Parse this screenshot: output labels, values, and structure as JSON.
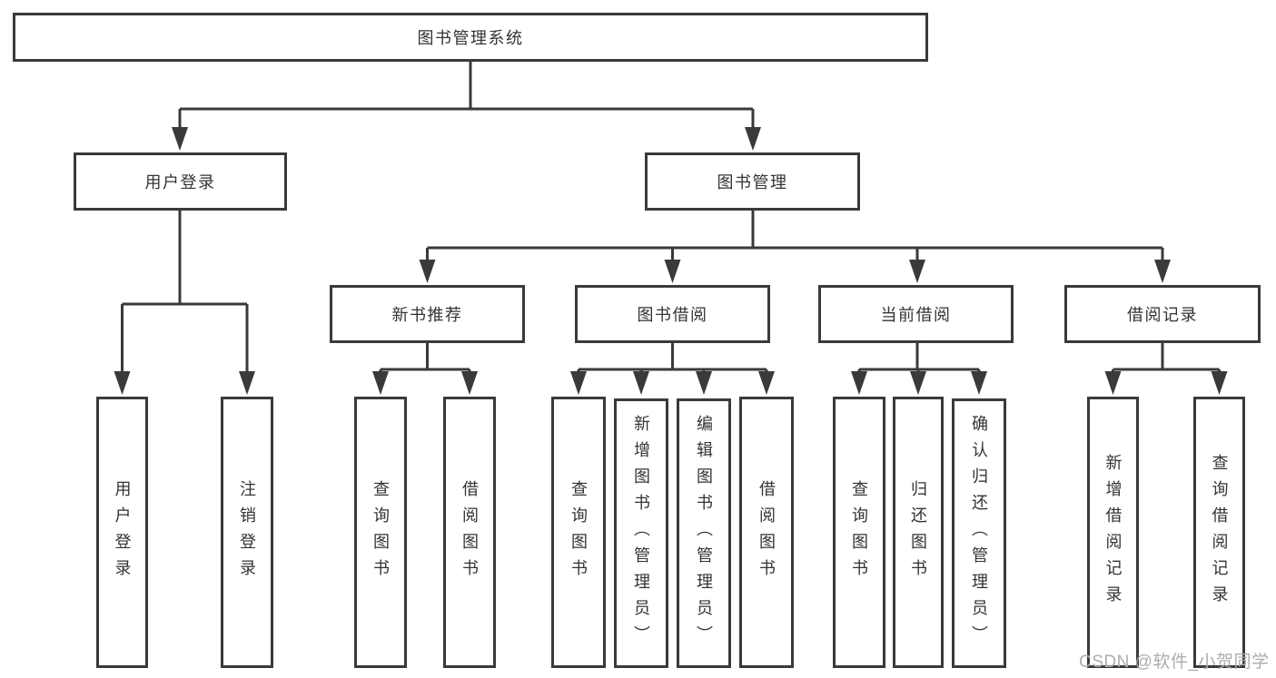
{
  "colors": {
    "line": "#3a3a3a",
    "text": "#333333",
    "watermark": "#b3aaac",
    "background": "#ffffff"
  },
  "tree": {
    "root": {
      "label": "图书管理系统"
    },
    "branches": [
      {
        "label": "用户登录",
        "children": [
          {
            "label": "用户登录"
          },
          {
            "label": "注销登录"
          }
        ]
      },
      {
        "label": "图书管理",
        "groups": [
          {
            "label": "新书推荐",
            "children": [
              {
                "label": "查询图书"
              },
              {
                "label": "借阅图书"
              }
            ]
          },
          {
            "label": "图书借阅",
            "children": [
              {
                "label": "查询图书"
              },
              {
                "label": "新增图书（管理员）"
              },
              {
                "label": "编辑图书（管理员）"
              },
              {
                "label": "借阅图书"
              }
            ]
          },
          {
            "label": "当前借阅",
            "children": [
              {
                "label": "查询图书"
              },
              {
                "label": "归还图书"
              },
              {
                "label": "确认归还（管理员）"
              }
            ]
          },
          {
            "label": "借阅记录",
            "children": [
              {
                "label": "新增借阅记录"
              },
              {
                "label": "查询借阅记录"
              }
            ]
          }
        ]
      }
    ]
  },
  "watermark": {
    "text": "CSDN @软件_小贺同学"
  }
}
